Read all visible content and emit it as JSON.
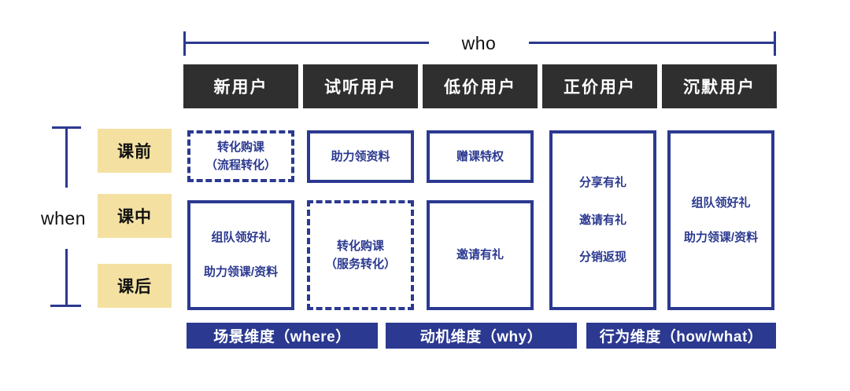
{
  "axes": {
    "who": "who",
    "when": "when"
  },
  "segments": {
    "labels": [
      "新用户",
      "试听用户",
      "低价用户",
      "正价用户",
      "沉默用户"
    ]
  },
  "phases": {
    "labels": [
      "课前",
      "课中",
      "课后"
    ]
  },
  "cells": [
    {
      "segment": "新用户",
      "phase": "课前",
      "border": "dashed",
      "lines": [
        "转化购课",
        "（流程转化）"
      ]
    },
    {
      "segment": "试听用户",
      "phase": "课前",
      "border": "solid",
      "lines": [
        "助力领资料"
      ]
    },
    {
      "segment": "低价用户",
      "phase": "课前",
      "border": "solid",
      "lines": [
        "赠课特权"
      ]
    },
    {
      "segment": "新用户",
      "phase": "课中-课后",
      "border": "solid",
      "lines": [
        "组队领好礼",
        "助力领课/资料"
      ]
    },
    {
      "segment": "试听用户",
      "phase": "课中-课后",
      "border": "dashed",
      "lines": [
        "转化购课",
        "（服务转化）"
      ]
    },
    {
      "segment": "低价用户",
      "phase": "课中-课后",
      "border": "solid",
      "lines": [
        "邀请有礼"
      ]
    },
    {
      "segment": "正价用户",
      "phase": "课前-课中-课后",
      "border": "solid",
      "lines": [
        "分享有礼",
        "邀请有礼",
        "分销返现"
      ]
    },
    {
      "segment": "沉默用户",
      "phase": "课前-课中-课后",
      "border": "solid",
      "lines": [
        "组队领好礼",
        "助力领课/资料"
      ]
    }
  ],
  "dimensions": {
    "labels": [
      "场景维度（where）",
      "动机维度（why）",
      "行为维度（how/what）"
    ]
  },
  "colors": {
    "navy": "#2b3990",
    "header_dark": "#2f2f2f",
    "phase_yellow": "#f4e1a2",
    "text_white": "#ffffff",
    "text_black": "#111111"
  }
}
